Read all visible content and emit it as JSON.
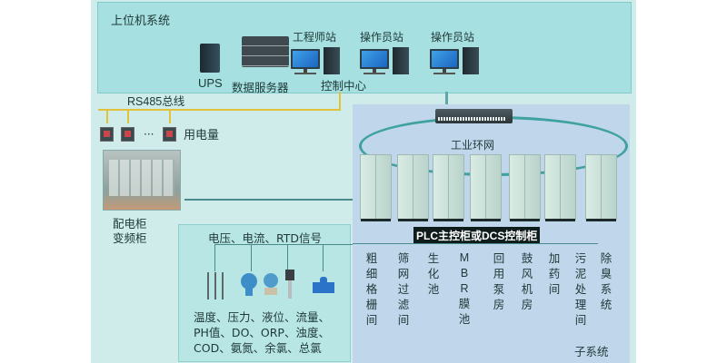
{
  "upper_system": {
    "title": "上位机系统",
    "devices": [
      {
        "name": "UPS",
        "icon": "ups-icon"
      },
      {
        "name": "数据服务器",
        "icon": "server-icon"
      },
      {
        "name": "工程师站",
        "icon": "workstation-icon"
      },
      {
        "name": "操作员站",
        "icon": "workstation-icon"
      },
      {
        "name": "操作员站",
        "icon": "workstation-icon"
      }
    ],
    "control_center": "控制中心"
  },
  "rs485": {
    "bus_label": "RS485总线",
    "ellipsis": "···",
    "power_label": "用电量",
    "switchgear_label_1": "配电柜",
    "switchgear_label_2": "变频柜"
  },
  "network": {
    "ring_label": "工业环网",
    "plc_label": "PLC主控柜或DCS控制柜"
  },
  "sensors": {
    "signal_label": "电压、电流、RTD信号",
    "lines": [
      "温度、压力、液位、流量、",
      "PH值、DO、ORP、浊度、",
      "COD、氨氮、余氯、总氯"
    ]
  },
  "subsystems": {
    "label": "子系统",
    "items": [
      "粗细格栅间",
      "筛网过滤间",
      "生化池",
      "MBR膜池",
      "回用泵房",
      "鼓风机房",
      "加药间",
      "污泥处理间",
      "除臭系统"
    ]
  }
}
